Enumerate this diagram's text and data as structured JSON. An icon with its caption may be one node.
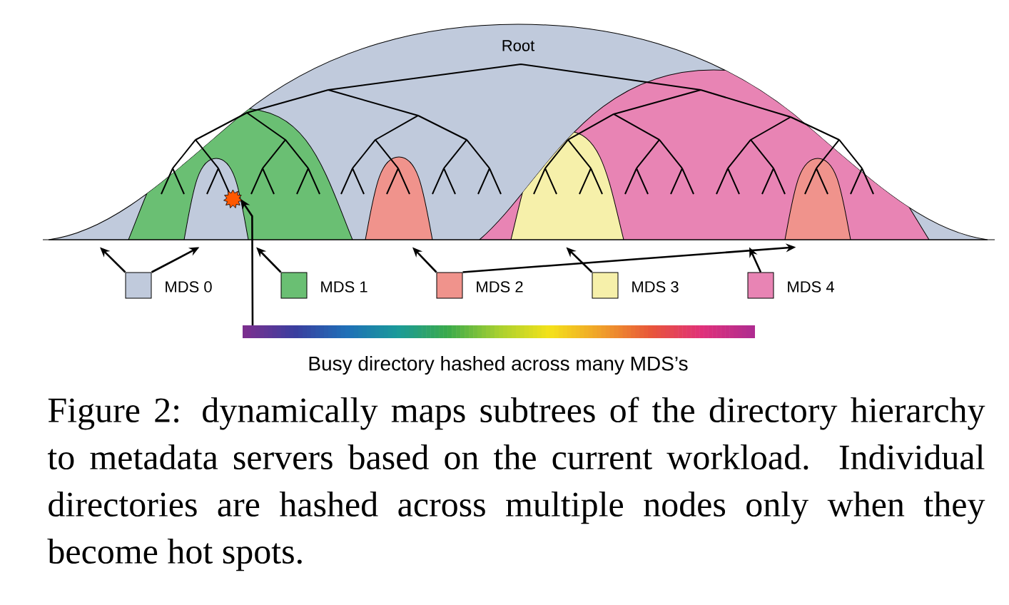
{
  "diagram": {
    "caption": "Figure 2: dynamically maps subtrees of the directory hierarchy to metadata servers based on the current workload. Individual directories are hashed across multiple nodes only when they become hot spots.",
    "nodes": [
      {
        "text": [
          "Root"
        ]
      },
      {
        "text": [],
        "shape": "dome",
        "in": 0
      },
      {
        "text": [],
        "shape": "dome",
        "in": 1
      },
      {
        "text": [],
        "shape": "dome",
        "in": 0
      },
      {
        "text": [],
        "shape": "dome",
        "in": 0
      },
      {
        "text": [],
        "shape": "dome",
        "in": 4
      },
      {
        "text": [],
        "shape": "dome",
        "in": 4
      },
      {
        "text": [],
        "shape": "star",
        "in": 2
      },
      {
        "text": [
          "MDS 0"
        ]
      },
      {
        "text": [
          "MDS 1"
        ]
      },
      {
        "text": [
          "MDS 2"
        ]
      },
      {
        "text": [
          "MDS 3"
        ]
      },
      {
        "text": [
          "MDS 4"
        ]
      },
      {
        "text": [
          "Busy directory hashed across many MDS’s"
        ]
      }
    ],
    "edges": [
      {
        "from": 8,
        "to": 0,
        "arrow": "to"
      },
      {
        "from": 8,
        "to": 2,
        "arrow": "to"
      },
      {
        "from": 9,
        "to": 1,
        "arrow": "to"
      },
      {
        "from": 10,
        "to": 3,
        "arrow": "to"
      },
      {
        "from": 10,
        "to": 6,
        "arrow": "to"
      },
      {
        "from": 11,
        "to": 5,
        "arrow": "to"
      },
      {
        "from": 12,
        "to": 4,
        "arrow": "to"
      },
      {
        "from": 13,
        "to": 7,
        "arrow": "to"
      }
    ]
  }
}
